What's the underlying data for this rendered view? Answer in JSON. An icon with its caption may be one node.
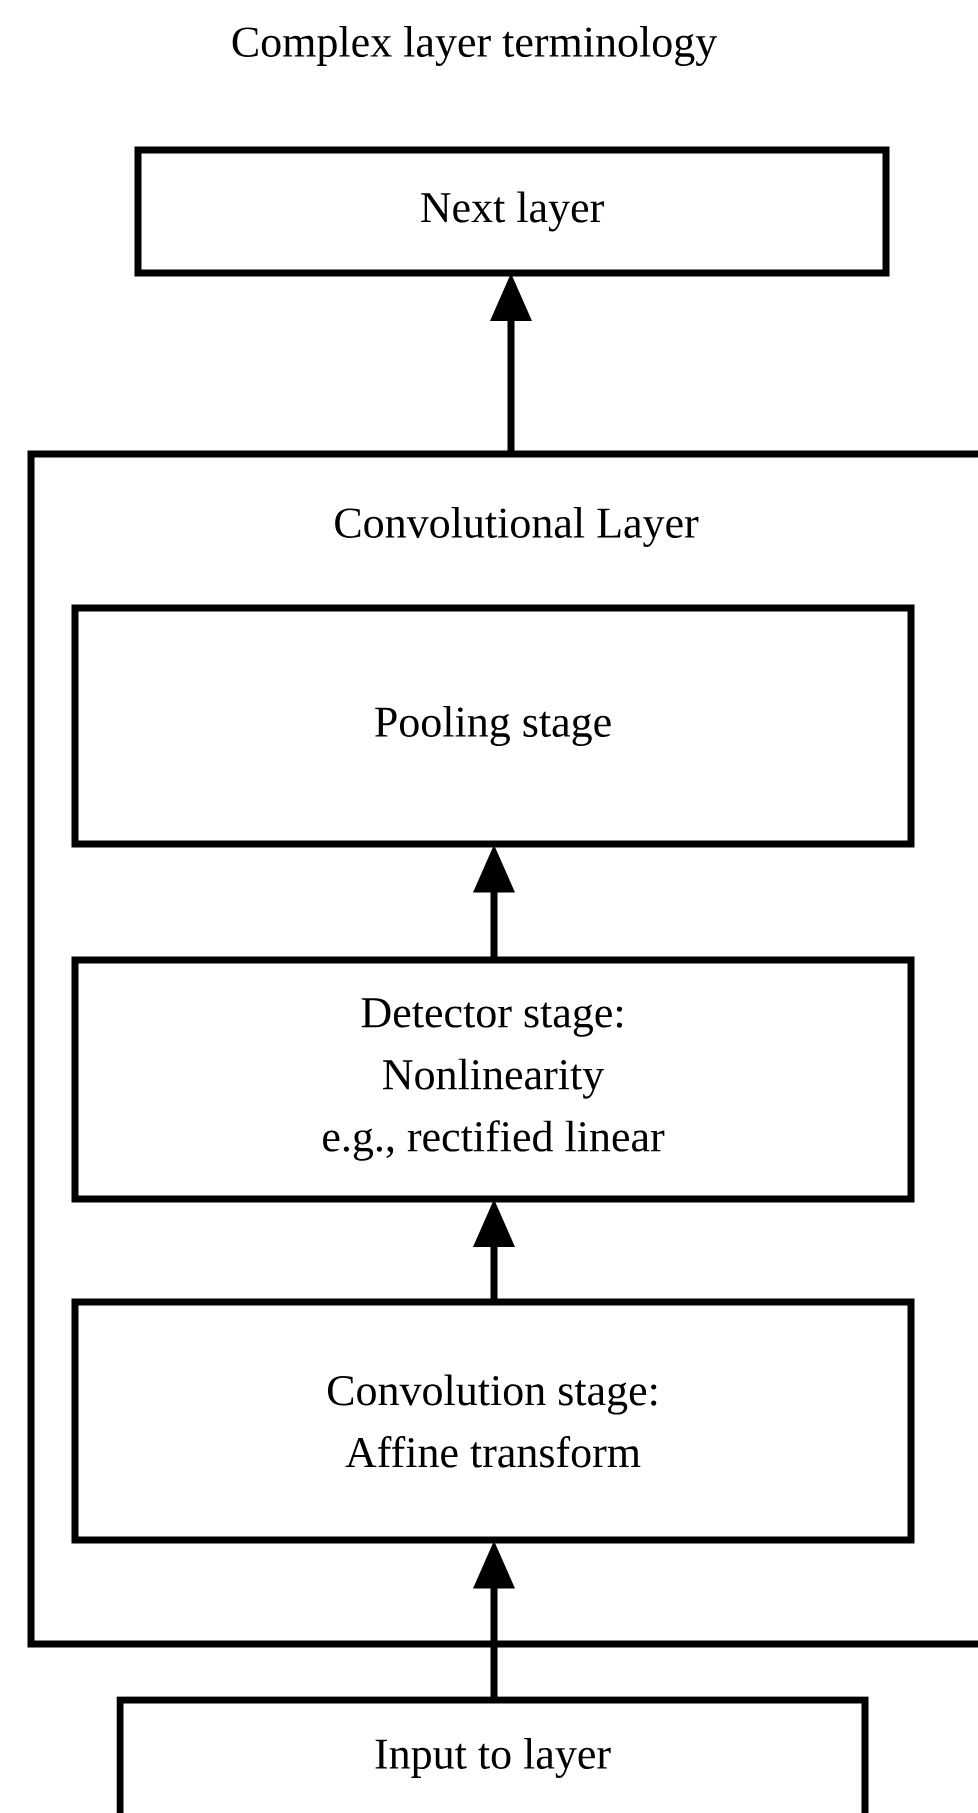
{
  "diagram": {
    "title": "Complex layer terminology",
    "nodes": [
      {
        "text": [
          "Next layer"
        ]
      },
      {
        "text": [
          "Convolutional Layer"
        ]
      },
      {
        "text": [
          "Pooling stage"
        ],
        "in": 1
      },
      {
        "text": [
          "Detector stage:",
          "Nonlinearity",
          "e.g., rectified linear"
        ],
        "in": 1
      },
      {
        "text": [
          "Convolution stage:",
          "Affine transform"
        ],
        "in": 1
      },
      {
        "text": [
          "Input to layer"
        ]
      }
    ],
    "edges": [
      {
        "from": 1,
        "to": 0,
        "arrow": "to"
      },
      {
        "from": 3,
        "to": 2,
        "arrow": "to"
      },
      {
        "from": 4,
        "to": 3,
        "arrow": "to"
      },
      {
        "from": 5,
        "to": 4,
        "arrow": "to"
      }
    ]
  }
}
